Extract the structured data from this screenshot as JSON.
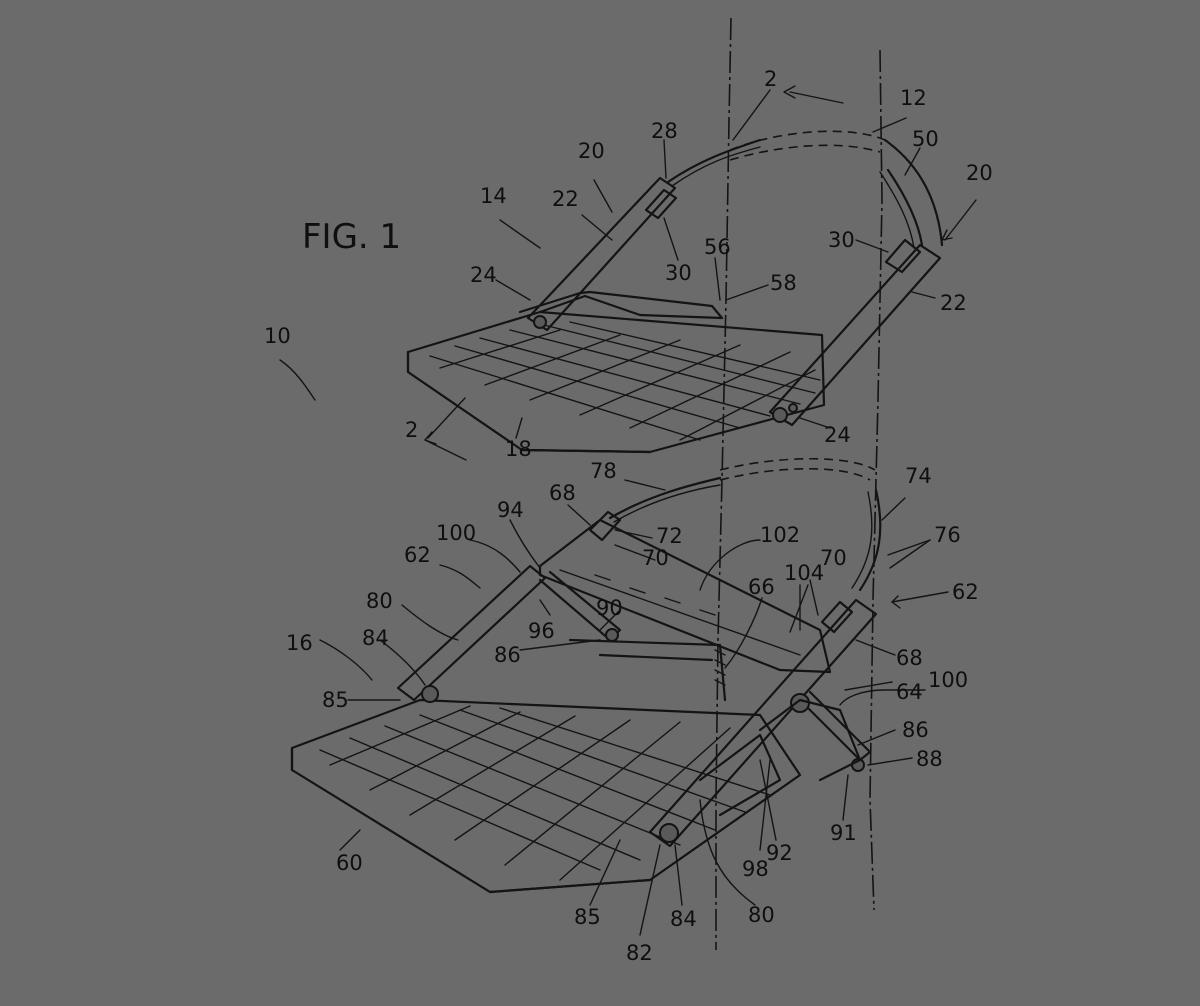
{
  "figure": {
    "title": "FIG. 1"
  },
  "reference_numerals": [
    "2",
    "12",
    "28",
    "50",
    "20",
    "20",
    "14",
    "22",
    "56",
    "58",
    "30",
    "30",
    "24",
    "22",
    "10",
    "2",
    "18",
    "24",
    "78",
    "74",
    "68",
    "94",
    "72",
    "76",
    "100",
    "70",
    "102",
    "62",
    "70",
    "104",
    "66",
    "62",
    "80",
    "96",
    "90",
    "16",
    "84",
    "86",
    "68",
    "100",
    "85",
    "64",
    "86",
    "88",
    "91",
    "98",
    "92",
    "60",
    "85",
    "84",
    "80",
    "82"
  ],
  "colors": {
    "background": "#6b6b6b",
    "ink": "#141414"
  }
}
